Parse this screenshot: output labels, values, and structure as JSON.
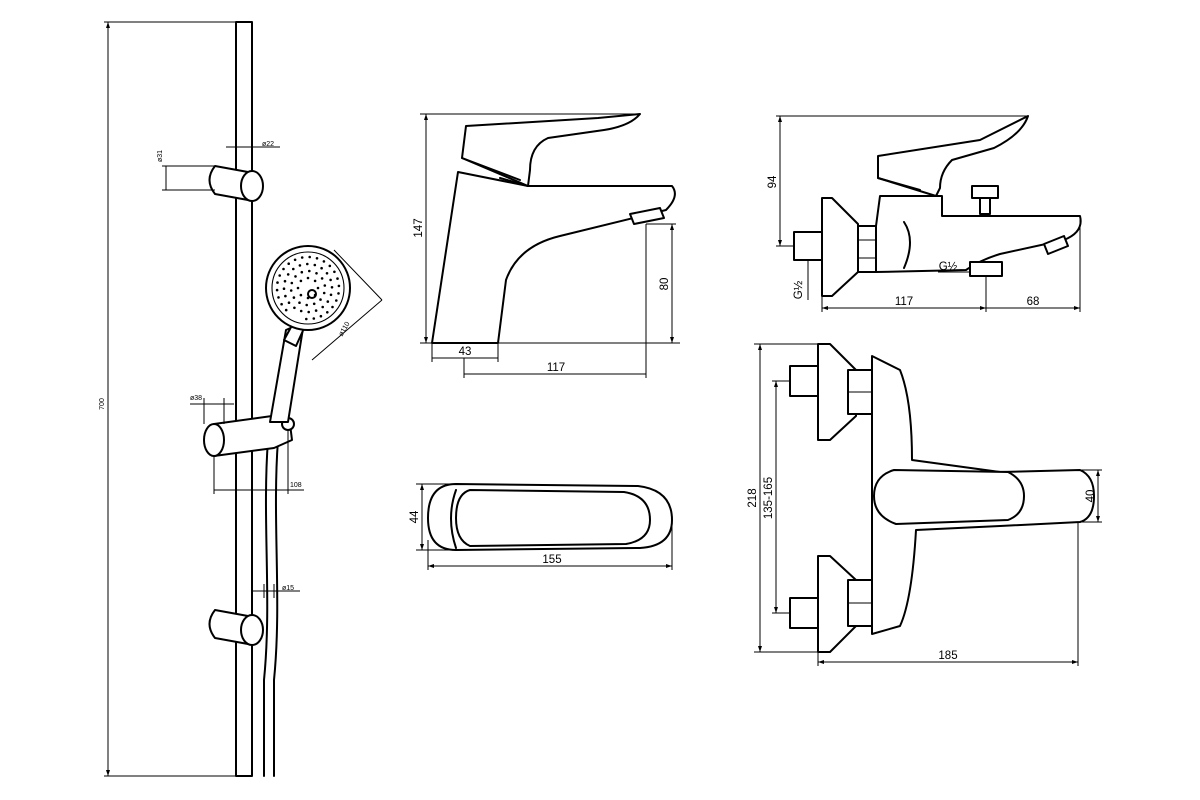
{
  "sheet": {
    "background": "#ffffff",
    "line_color": "#000000"
  },
  "shower_set": {
    "rail_height": "700",
    "holder_diameter_top": "ø31",
    "rail_diameter": "ø22",
    "handshower_diameter": "ø110",
    "slider_diameter": "ø38",
    "slider_depth": "108",
    "hose_diameter": "ø15"
  },
  "basin_mixer_side": {
    "height": "147",
    "spout_height": "80",
    "base_offset": "43",
    "spout_reach": "117"
  },
  "basin_mixer_top": {
    "width": "44",
    "length": "155"
  },
  "bath_mixer_side": {
    "height": "94",
    "inlet_thread": "G½",
    "outlet_thread": "G½",
    "body_length": "117",
    "spout_length": "68"
  },
  "bath_mixer_top": {
    "total_height": "218",
    "inlet_spacing": "135-165",
    "handle_width": "40",
    "depth": "185"
  }
}
